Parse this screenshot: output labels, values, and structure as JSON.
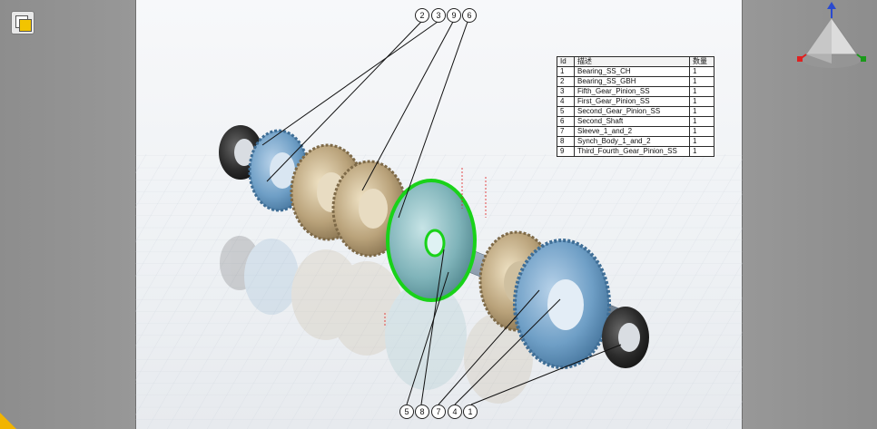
{
  "bom": {
    "headers": [
      "Id",
      "描述",
      "数量"
    ],
    "rows": [
      [
        "1",
        "Bearing_SS_CH",
        "1"
      ],
      [
        "2",
        "Bearing_SS_GBH",
        "1"
      ],
      [
        "3",
        "Fifth_Gear_Pinion_SS",
        "1"
      ],
      [
        "4",
        "First_Gear_Pinion_SS",
        "1"
      ],
      [
        "5",
        "Second_Gear_Pinion_SS",
        "1"
      ],
      [
        "6",
        "Second_Shaft",
        "1"
      ],
      [
        "7",
        "Sleeve_1_and_2",
        "1"
      ],
      [
        "8",
        "Synch_Body_1_and_2",
        "1"
      ],
      [
        "9",
        "Third_Fourth_Gear_Pinion_SS",
        "1"
      ]
    ]
  },
  "balloons_top": [
    "2",
    "3",
    "9",
    "6"
  ],
  "balloons_bottom": [
    "5",
    "8",
    "7",
    "4",
    "1"
  ],
  "colors": {
    "gear_blue": "#6f9fc6",
    "gear_bronze": "#b9a27a",
    "bearing_black": "#2b2b2b",
    "selection_green": "#19d219",
    "shaft_steel": "#9fb0c0",
    "axis_x": "#e02020",
    "axis_y": "#1a9a1a",
    "axis_z": "#2a4ad0"
  },
  "icons": {
    "corner": "layers-icon",
    "viewcube": "viewcube-icon",
    "grip": "resize-grip-icon"
  }
}
